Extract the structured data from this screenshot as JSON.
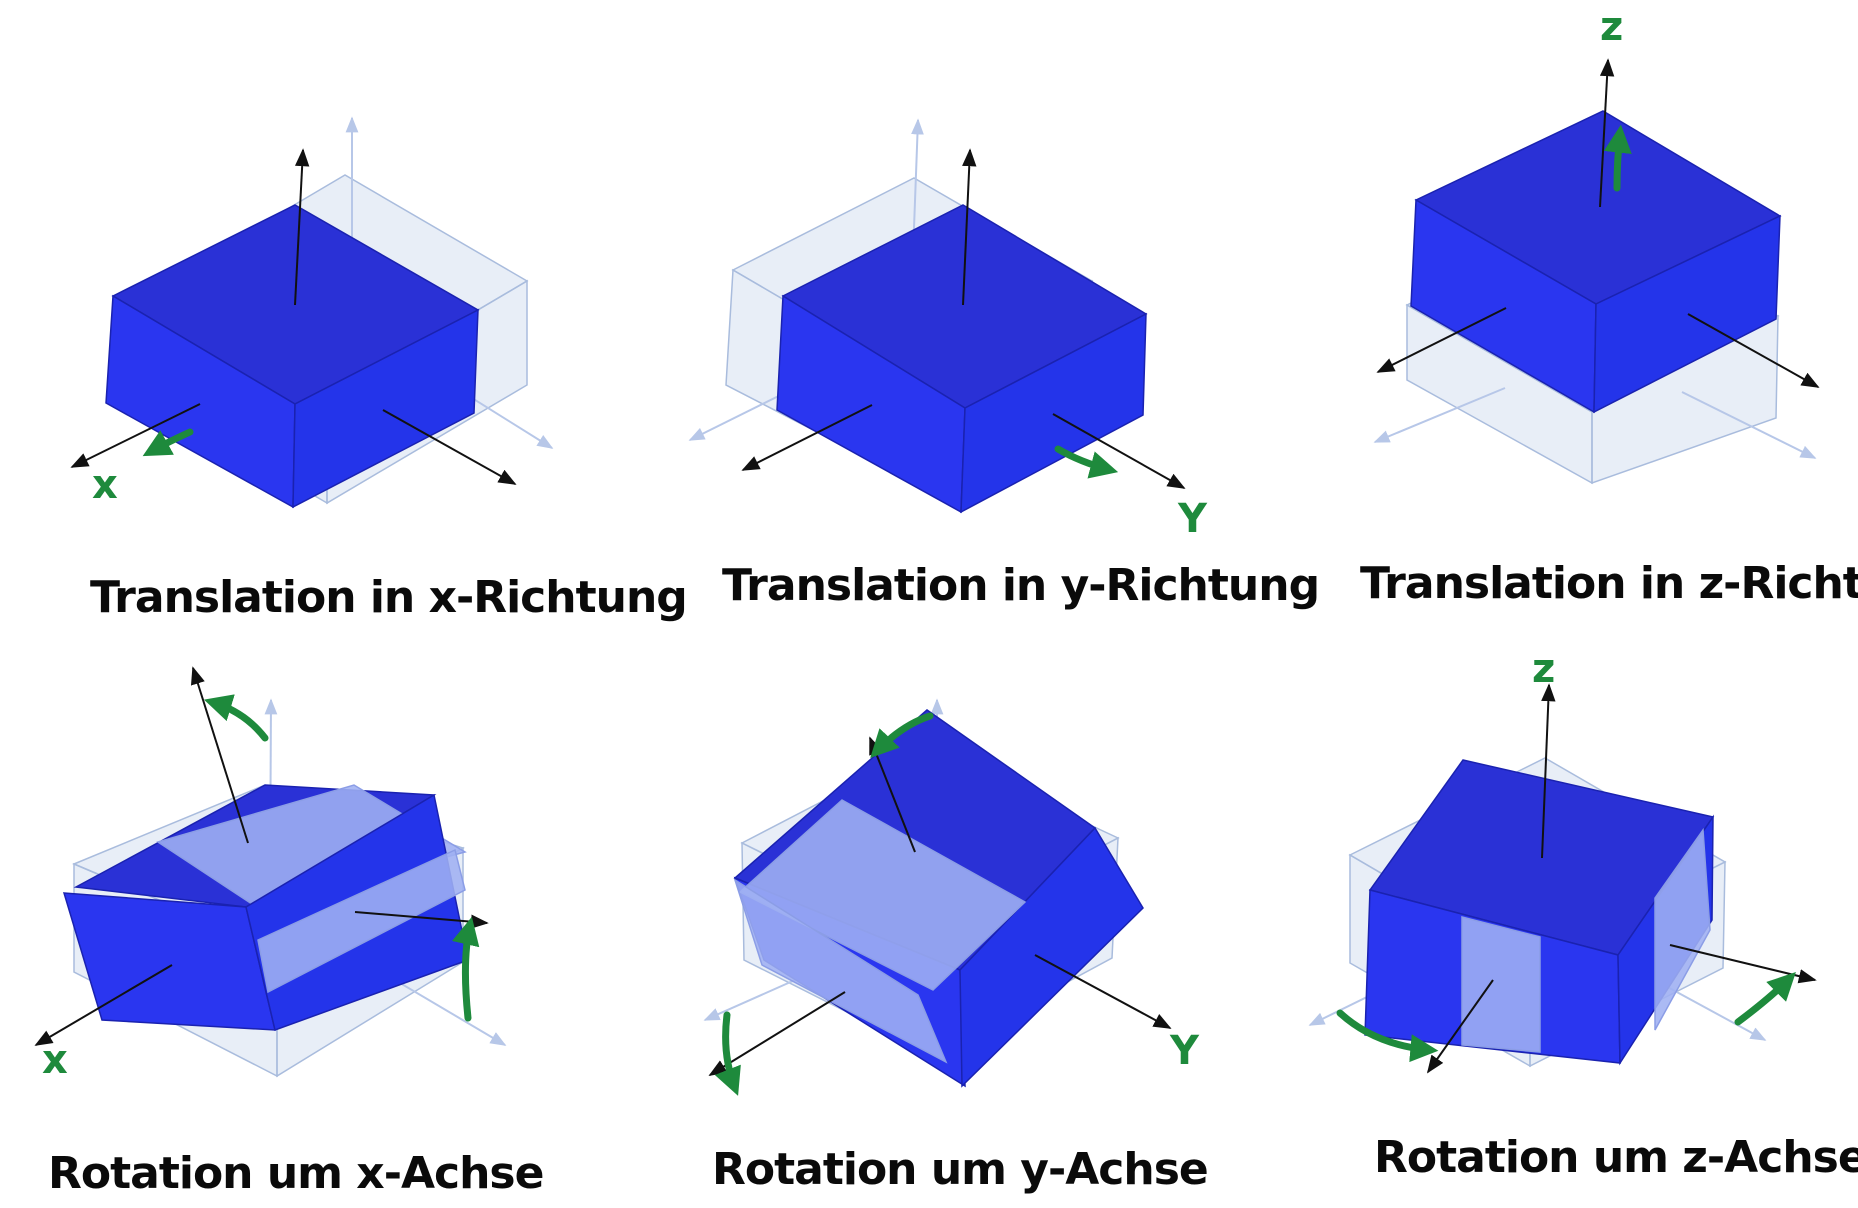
{
  "panels": [
    {
      "caption": "Translation in x-Richtung",
      "axis_label": "x"
    },
    {
      "caption": "Translation in y-Richtung",
      "axis_label": "Y"
    },
    {
      "caption": "Translation in z-Richtung",
      "axis_label": "z"
    },
    {
      "caption": "Rotation um x-Achse",
      "axis_label": "x"
    },
    {
      "caption": "Rotation um y-Achse",
      "axis_label": "Y"
    },
    {
      "caption": "Rotation um z-Achse",
      "axis_label": "z"
    }
  ],
  "colors": {
    "block": "#2a36f0",
    "ghost": "#c3d2ea",
    "annotation": "#1e8a3c",
    "axis": "#111111"
  }
}
